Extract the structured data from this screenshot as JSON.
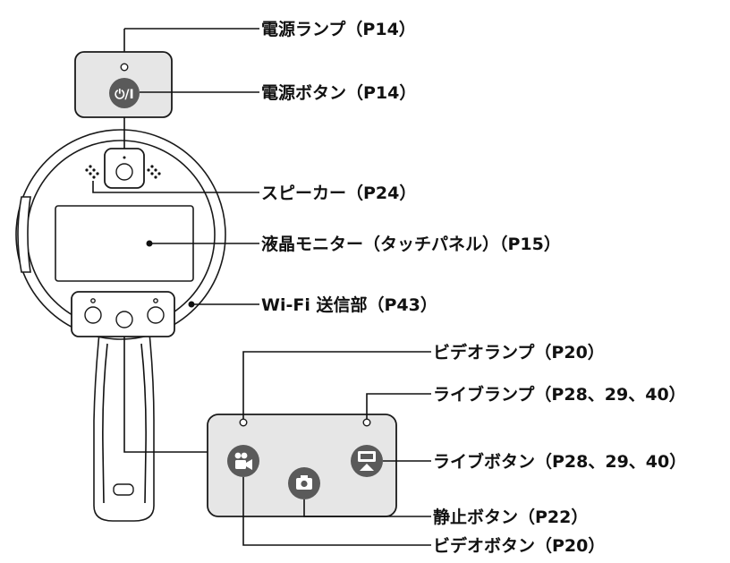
{
  "labels": {
    "power_lamp": "電源ランプ（P14）",
    "power_button": "電源ボタン（P14）",
    "speaker": "スピーカー（P24）",
    "lcd_monitor": "液晶モニター（タッチパネル）（P15）",
    "wifi_transmitter": "Wi-Fi 送信部（P43）",
    "video_lamp": "ビデオランプ（P20）",
    "live_lamp": "ライブランプ（P28、29、40）",
    "live_button": "ライブボタン（P28、29、40）",
    "still_button": "静止ボタン（P22）",
    "video_button": "ビデオボタン（P20）"
  },
  "power_button_glyph": "⏻/I",
  "icons": {
    "power": "power-icon",
    "video": "video-camera-icon",
    "still": "camera-icon",
    "live": "live-stream-icon"
  },
  "colors": {
    "button_fill": "#5a5a5a",
    "panel_fill": "#e6e6e6",
    "line": "#111111"
  }
}
